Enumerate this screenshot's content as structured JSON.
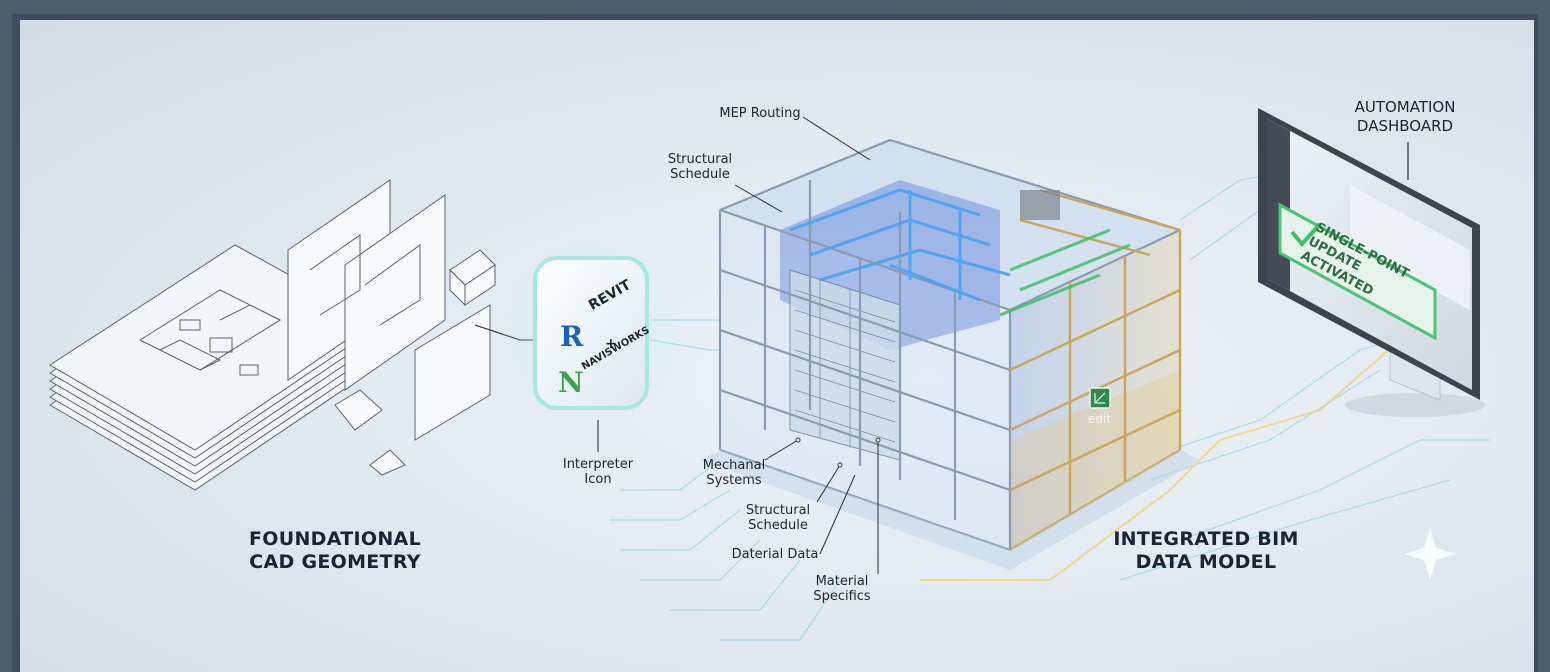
{
  "headings": {
    "cad": [
      "FOUNDATIONAL",
      "CAD GEOMETRY"
    ],
    "bim": [
      "INTEGRATED BIM",
      "DATA MODEL"
    ],
    "automation": [
      "AUTOMATION",
      "DASHBOARD"
    ]
  },
  "interpreter": {
    "revit_label": "REVIT",
    "plus": "+",
    "navisworks_label": "NAVISWORKS",
    "caption": [
      "Interpreter",
      "Icon"
    ]
  },
  "callouts": {
    "mep": "MEP Routing",
    "structural_top": [
      "Structural",
      "Schedule"
    ],
    "mechanical": [
      "Mechanal",
      "Systems"
    ],
    "structural_bottom": [
      "Structural",
      "Schedule"
    ],
    "material_data": "Daterial Data",
    "material_specifics": [
      "Material",
      "Specifics"
    ]
  },
  "edit_badge": "edit",
  "dashboard_banner": [
    "SINGLE-POINT",
    "UPDATE ACTIVATED"
  ],
  "colors": {
    "accent_blue": "#2f7fe0",
    "gold_frame": "#c9a55a",
    "green_highlight": "#3fbf6a",
    "glow_cyan": "#8fe3e0"
  }
}
